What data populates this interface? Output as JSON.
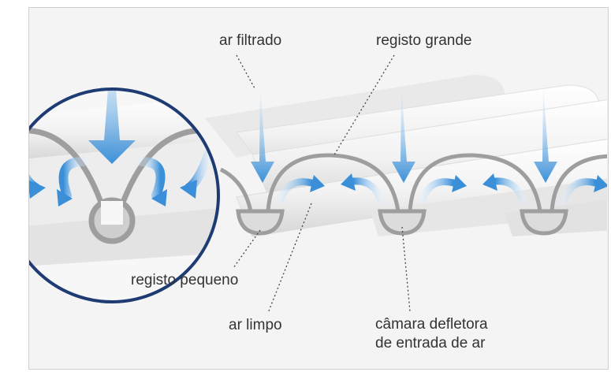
{
  "labels": {
    "ar_filtrado": "ar filtrado",
    "registo_grande": "registo grande",
    "registo_pequeno": "registo pequeno",
    "ar_limpo": "ar limpo",
    "camara_line1": "câmara defletora",
    "camara_line2": "de entrada de ar"
  },
  "colors": {
    "background": "#f4f4f4",
    "tube_light": "#fafafa",
    "tube_dark": "#dcdcdc",
    "vane_outline": "#9e9e9e",
    "arrow": "#3a8fd8",
    "magnifier_ring": "#1f3b73",
    "text": "#333333"
  }
}
